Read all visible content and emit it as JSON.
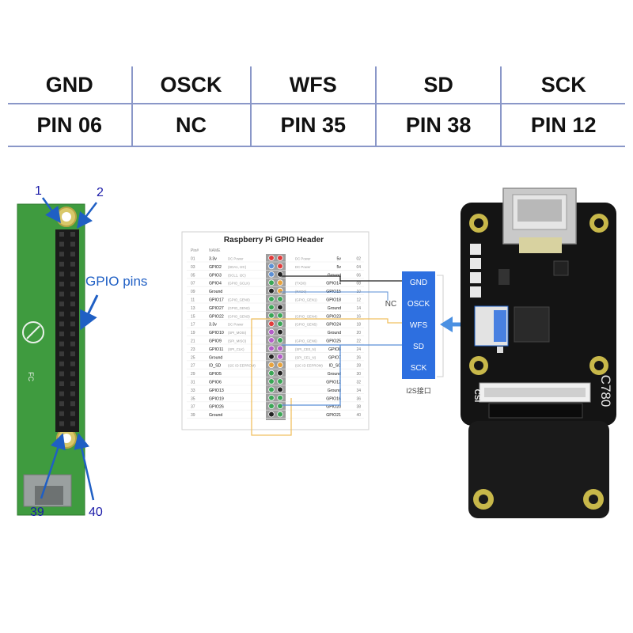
{
  "pin_table": {
    "headers": [
      "GND",
      "OSCK",
      "WFS",
      "SD",
      "SCK"
    ],
    "pins": [
      "PIN 06",
      "NC",
      "PIN 35",
      "PIN 38",
      "PIN 12"
    ]
  },
  "pi_board": {
    "label_pin1": "1",
    "label_pin2": "2",
    "label_pin39": "39",
    "label_pin40": "40",
    "gpio_label": "GPIO pins"
  },
  "gpio_header": {
    "title": "Raspberry Pi GPIO Header",
    "col_pin": "Pin#",
    "col_name": "NAME",
    "rows": [
      {
        "l": "01",
        "ln": "3.3v",
        "ls": "DC Power",
        "rn": "5v",
        "rs": "DC Power",
        "r": "02",
        "lc": "#e23c3c",
        "rc": "#e23c3c"
      },
      {
        "l": "03",
        "ln": "GPIO2",
        "ls": "(SDA1, I2C)",
        "rn": "5v",
        "rs": "DC Power",
        "r": "04",
        "lc": "#5a8fd6",
        "rc": "#e23c3c"
      },
      {
        "l": "05",
        "ln": "GPIO3",
        "ls": "(SCL1, I2C)",
        "rn": "Ground",
        "rs": "",
        "r": "06",
        "lc": "#5a8fd6",
        "rc": "#222"
      },
      {
        "l": "07",
        "ln": "GPIO4",
        "ls": "(GPIO_GCLK)",
        "rn": "GPIO14",
        "rs": "(TXD0)",
        "r": "08",
        "lc": "#3aa655",
        "rc": "#e8a23a"
      },
      {
        "l": "09",
        "ln": "Ground",
        "ls": "",
        "rn": "GPIO15",
        "rs": "(RXD0)",
        "r": "10",
        "lc": "#222",
        "rc": "#e8a23a"
      },
      {
        "l": "11",
        "ln": "GPIO17",
        "ls": "(GPIO_GEN0)",
        "rn": "GPIO18",
        "rs": "(GPIO_GEN1)",
        "r": "12",
        "lc": "#3aa655",
        "rc": "#3aa655"
      },
      {
        "l": "13",
        "ln": "GPIO27",
        "ls": "(GPIO_GEN2)",
        "rn": "Ground",
        "rs": "",
        "r": "14",
        "lc": "#3aa655",
        "rc": "#222"
      },
      {
        "l": "15",
        "ln": "GPIO22",
        "ls": "(GPIO_GEN3)",
        "rn": "GPIO23",
        "rs": "(GPIO_GEN4)",
        "r": "16",
        "lc": "#3aa655",
        "rc": "#3aa655"
      },
      {
        "l": "17",
        "ln": "3.3v",
        "ls": "DC Power",
        "rn": "GPIO24",
        "rs": "(GPIO_GEN5)",
        "r": "18",
        "lc": "#e23c3c",
        "rc": "#3aa655"
      },
      {
        "l": "19",
        "ln": "GPIO10",
        "ls": "(SPI_MOSI)",
        "rn": "Ground",
        "rs": "",
        "r": "20",
        "lc": "#b45cc9",
        "rc": "#222"
      },
      {
        "l": "21",
        "ln": "GPIO9",
        "ls": "(SPI_MISO)",
        "rn": "GPIO25",
        "rs": "(GPIO_GEN6)",
        "r": "22",
        "lc": "#b45cc9",
        "rc": "#3aa655"
      },
      {
        "l": "23",
        "ln": "GPIO11",
        "ls": "(SPI_CLK)",
        "rn": "GPIO8",
        "rs": "(SPI_CE0_N)",
        "r": "24",
        "lc": "#b45cc9",
        "rc": "#b45cc9"
      },
      {
        "l": "25",
        "ln": "Ground",
        "ls": "",
        "rn": "GPIO7",
        "rs": "(SPI_CE1_N)",
        "r": "26",
        "lc": "#222",
        "rc": "#b45cc9"
      },
      {
        "l": "27",
        "ln": "ID_SD",
        "ls": "(I2C ID EEPROM)",
        "rn": "ID_SC",
        "rs": "(I2C ID EEPROM)",
        "r": "28",
        "lc": "#e8a23a",
        "rc": "#e8a23a"
      },
      {
        "l": "29",
        "ln": "GPIO5",
        "ls": "",
        "rn": "Ground",
        "rs": "",
        "r": "30",
        "lc": "#3aa655",
        "rc": "#222"
      },
      {
        "l": "31",
        "ln": "GPIO6",
        "ls": "",
        "rn": "GPIO12",
        "rs": "",
        "r": "32",
        "lc": "#3aa655",
        "rc": "#3aa655"
      },
      {
        "l": "33",
        "ln": "GPIO13",
        "ls": "",
        "rn": "Ground",
        "rs": "",
        "r": "34",
        "lc": "#3aa655",
        "rc": "#222"
      },
      {
        "l": "35",
        "ln": "GPIO19",
        "ls": "",
        "rn": "GPIO16",
        "rs": "",
        "r": "36",
        "lc": "#3aa655",
        "rc": "#3aa655"
      },
      {
        "l": "37",
        "ln": "GPIO26",
        "ls": "",
        "rn": "GPIO20",
        "rs": "",
        "r": "38",
        "lc": "#3aa655",
        "rc": "#3aa655"
      },
      {
        "l": "39",
        "ln": "Ground",
        "ls": "",
        "rn": "GPIO21",
        "rs": "",
        "r": "40",
        "lc": "#222",
        "rc": "#3aa655"
      }
    ]
  },
  "i2s": {
    "pins": [
      "GND",
      "OSCK",
      "WFS",
      "SD",
      "SCK"
    ],
    "nc_label": "NC",
    "caption": "I2S接口"
  },
  "module": {
    "model": "C780",
    "csi_label": "CSI"
  },
  "colors": {
    "table_line": "#8a97c8",
    "i2s_box": "#2d6fe0",
    "arrow": "#4a90e2",
    "pcb_green": "#3f9b3f",
    "module_black": "#141414",
    "gold": "#c8b84a"
  }
}
